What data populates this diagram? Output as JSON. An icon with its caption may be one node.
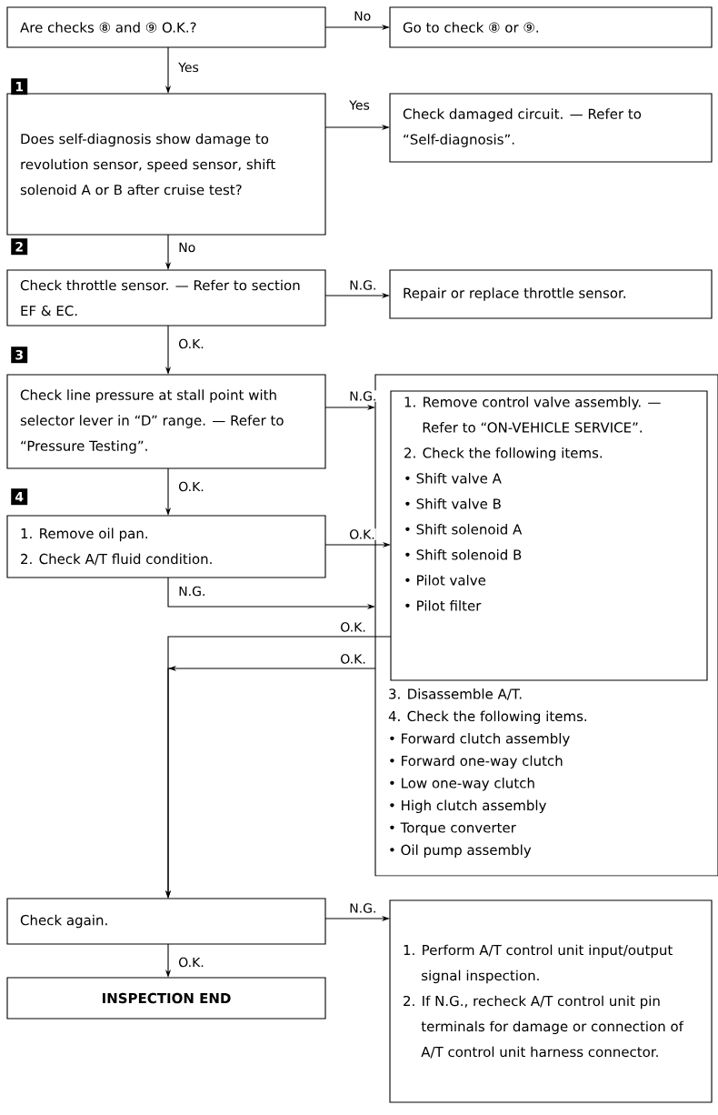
{
  "diagram": {
    "nodes": [
      {
        "text": [
          "Are checks ⑧ and ⑨ O.K.?"
        ]
      },
      {
        "text": [
          "Go to check ⑧ or ⑨."
        ]
      },
      {
        "text": [
          "Does self-diagnosis show damage to revolution sensor, speed sensor, shift solenoid A or B after cruise test?"
        ]
      },
      {
        "text": [
          "Check damaged circuit. — Refer to “Self-diagnosis”."
        ]
      },
      {
        "text": [
          "Check throttle sensor. — Refer to section EF & EC."
        ]
      },
      {
        "text": [
          "Repair or replace throttle sensor."
        ]
      },
      {
        "text": [
          "Check line pressure at stall point with selector lever in “D” range. — Refer to “Pressure Testing”."
        ]
      },
      {
        "text": [
          "1. Remove oil pan.",
          "2. Check A/T fluid condition."
        ]
      },
      {
        "text": [
          "3. Disassemble A/T.",
          "4. Check the following items.",
          "• Forward clutch assembly",
          "• Forward one-way clutch",
          "• Low one-way clutch",
          "• High clutch assembly",
          "• Torque converter",
          "• Oil pump assembly"
        ]
      },
      {
        "text": [
          "1. Remove control valve assembly. — Refer to “ON-VEHICLE SERVICE”.",
          "2. Check the following items.",
          "• Shift valve A",
          "• Shift valve B",
          "• Shift solenoid A",
          "• Shift solenoid B",
          "• Pilot valve",
          "• Pilot filter"
        ],
        "in": 8
      },
      {
        "text": [
          "Check again."
        ]
      },
      {
        "text": [
          "INSPECTION END"
        ]
      },
      {
        "text": [
          "1. Perform A/T control unit input/output signal inspection.",
          "2. If N.G., recheck A/T control unit pin terminals for damage or connection of A/T control unit harness connector."
        ]
      }
    ],
    "edges": [
      {
        "from": 0,
        "to": 1,
        "arrow": "to",
        "label": "No"
      },
      {
        "from": 0,
        "to": 2,
        "arrow": "to",
        "label": "Yes"
      },
      {
        "from": 2,
        "to": 3,
        "arrow": "to",
        "label": "Yes"
      },
      {
        "from": 2,
        "to": 4,
        "arrow": "to",
        "label": "No"
      },
      {
        "from": 4,
        "to": 5,
        "arrow": "to",
        "label": "N.G."
      },
      {
        "from": 4,
        "to": 6,
        "arrow": "to",
        "label": "O.K."
      },
      {
        "from": 6,
        "to": 8,
        "arrow": "to",
        "label": "N.G."
      },
      {
        "from": 6,
        "to": 7,
        "arrow": "to",
        "label": "O.K."
      },
      {
        "from": 7,
        "to": 9,
        "arrow": "to",
        "label": "O.K."
      },
      {
        "from": 7,
        "to": 8,
        "arrow": "to",
        "label": "N.G."
      },
      {
        "from": 9,
        "to": 10,
        "arrow": "to",
        "label": "O.K."
      },
      {
        "from": 8,
        "to": 10,
        "arrow": "to",
        "label": "O.K."
      },
      {
        "from": 10,
        "to": 12,
        "arrow": "to",
        "label": "N.G."
      },
      {
        "from": 10,
        "to": 11,
        "arrow": "to",
        "label": "O.K."
      }
    ],
    "labels": [
      "1",
      "2",
      "3",
      "4"
    ]
  }
}
